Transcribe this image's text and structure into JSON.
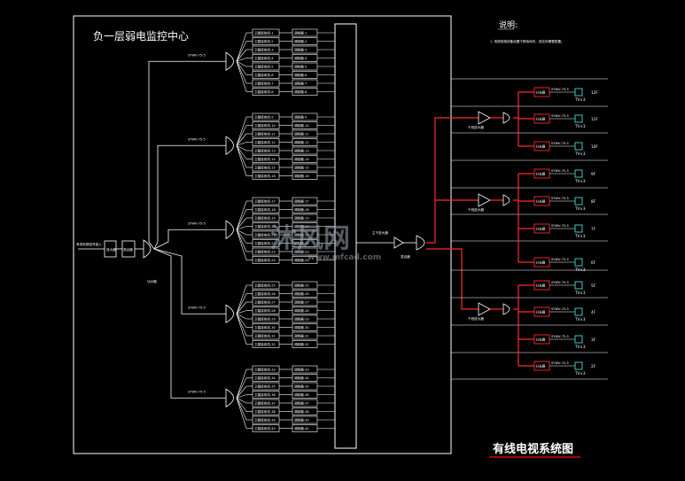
{
  "room_title": "负一层弱电监控中心",
  "diagram_title": "有线电视系统图",
  "legend_header": "说明:",
  "legend_note": "1. 电视前端设备设置于弱电间内，按实际需要配置。",
  "watermark": {
    "main": "沐风网",
    "sub": "www.mfcad.com"
  },
  "groups": [
    {
      "channels": [
        "卫星接收机-1",
        "卫星接收机-2",
        "卫星接收机-3",
        "卫星接收机-4",
        "卫星接收机-5",
        "卫星接收机-6",
        "卫星接收机-7",
        "卫星接收机-8"
      ],
      "mods": [
        "调制器-1",
        "调制器-2",
        "调制器-3",
        "调制器-4",
        "调制器-5",
        "调制器-6",
        "调制器-7",
        "调制器-8"
      ]
    },
    {
      "channels": [
        "卫星接收机-9",
        "卫星接收机-10",
        "卫星接收机-11",
        "卫星接收机-12",
        "卫星接收机-13",
        "卫星接收机-14",
        "卫星接收机-15",
        "卫星接收机-16"
      ],
      "mods": [
        "调制器-9",
        "调制器-10",
        "调制器-11",
        "调制器-12",
        "调制器-13",
        "调制器-14",
        "调制器-15",
        "调制器-16"
      ]
    },
    {
      "channels": [
        "卫星接收机-17",
        "卫星接收机-18",
        "卫星接收机-19",
        "卫星接收机-20",
        "卫星接收机-21",
        "卫星接收机-22",
        "卫星接收机-23",
        "卫星接收机-24"
      ],
      "mods": [
        "调制器-17",
        "调制器-18",
        "调制器-19",
        "调制器-20",
        "调制器-21",
        "调制器-22",
        "调制器-23",
        "调制器-24"
      ]
    },
    {
      "channels": [
        "卫星接收机-25",
        "卫星接收机-26",
        "卫星接收机-27",
        "卫星接收机-28",
        "卫星接收机-29",
        "卫星接收机-30",
        "卫星接收机-31",
        "卫星接收机-32"
      ],
      "mods": [
        "调制器-25",
        "调制器-26",
        "调制器-27",
        "调制器-28",
        "调制器-29",
        "调制器-30",
        "调制器-31",
        "调制器-32"
      ]
    },
    {
      "channels": [
        "卫星接收机-33",
        "卫星接收机-34",
        "卫星接收机-35",
        "卫星接收机-36",
        "卫星接收机-37",
        "卫星接收机-38",
        "卫星接收机-39",
        "卫星接收机-40"
      ],
      "mods": [
        "调制器-33",
        "调制器-34",
        "调制器-35",
        "调制器-36",
        "调制器-37",
        "调制器-38",
        "调制器-39",
        "调制器-40"
      ]
    }
  ],
  "group_cable": "SYWV-75-5",
  "input_label": "有线电视信号接入",
  "box_a": "放大器",
  "box_b": "混合器",
  "splitter_label": "功分器",
  "mixer_label": "混合器",
  "main_amp_label": "主干放大器",
  "branch_amp_label": "干线放大器",
  "floors": [
    {
      "label": "12F",
      "tv": "TV×3"
    },
    {
      "label": "11F",
      "tv": "TV×3"
    },
    {
      "label": "10F",
      "tv": "TV×3"
    },
    {
      "label": "9F",
      "tv": "TV×3"
    },
    {
      "label": "8F",
      "tv": "TV×3"
    },
    {
      "label": "7F",
      "tv": "TV×3"
    },
    {
      "label": "6F",
      "tv": "TV×3"
    },
    {
      "label": "5F",
      "tv": "TV×3"
    },
    {
      "label": "4F",
      "tv": "TV×3"
    },
    {
      "label": "3F",
      "tv": "TV×3"
    },
    {
      "label": "2F",
      "tv": "TV×3"
    }
  ],
  "floor_box": "分支器",
  "floor_cable": "SYWV-75-5",
  "colors": {
    "line": "#ffffff",
    "signal": "#ff2a2a",
    "frame": "#ffffff",
    "tv": "#38e0e0",
    "accent": "#e00000"
  }
}
